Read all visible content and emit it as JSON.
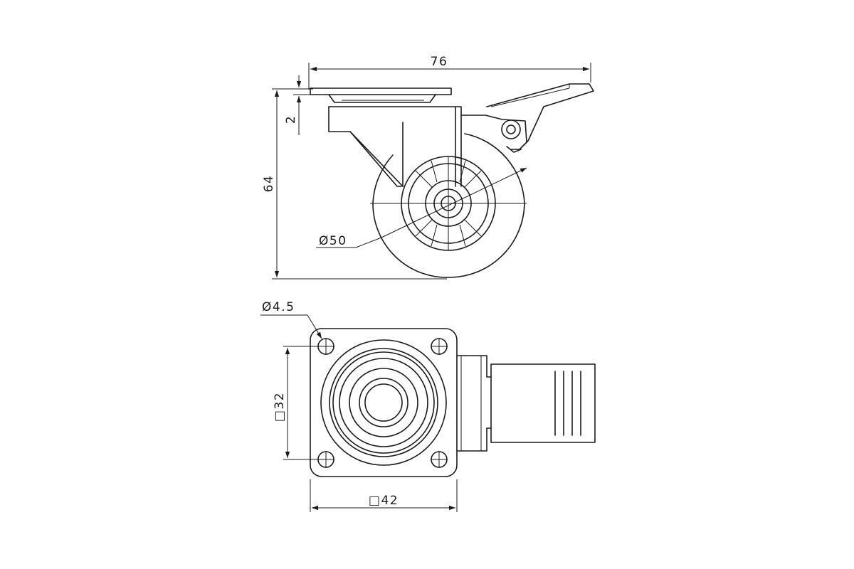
{
  "drawing": {
    "dimensions": {
      "overall_length": "76",
      "plate_thickness": "2",
      "overall_height": "64",
      "wheel_diameter": "Ø50",
      "hole_diameter": "Ø4.5",
      "hole_spacing": "□32",
      "plate_size": "□42"
    }
  }
}
